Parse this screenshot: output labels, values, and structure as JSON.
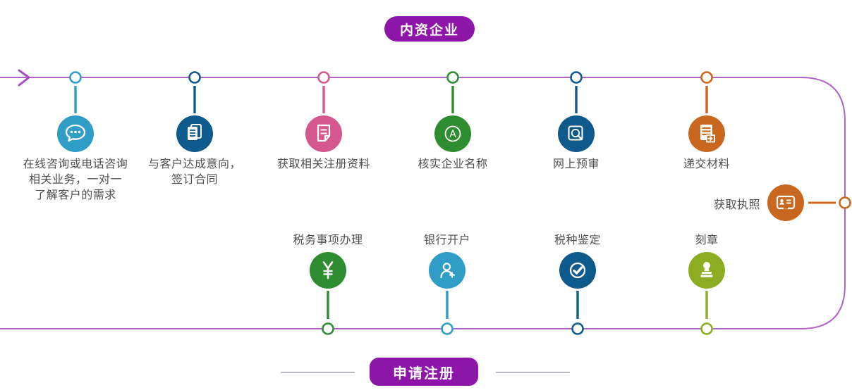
{
  "title_badge": {
    "label": "内资企业"
  },
  "bottom_badge": {
    "label": "申请注册"
  },
  "colors": {
    "flow_line": "#b164c8",
    "badge_purple": "#8d16a8",
    "teal": "#2f9dc6",
    "navy": "#0f5a8c",
    "pink": "#d4588e",
    "green": "#2f8d31",
    "orange": "#c8671d",
    "olive": "#8cad22",
    "label_text": "#4f4f4f"
  },
  "top_steps": [
    {
      "label": "在线咨询或电话咨询\n相关业务，一对一\n了解客户的需求",
      "icon": "chat-icon",
      "color": "#2f9dc6"
    },
    {
      "label": "与客户达成意向，\n签订合同",
      "icon": "contract-icon",
      "color": "#0f5a8c"
    },
    {
      "label": "获取相关注册资料",
      "icon": "form-icon",
      "color": "#d4588e"
    },
    {
      "label": "核实企业名称",
      "icon": "name-check-icon",
      "color": "#2f8d31",
      "letter": "A"
    },
    {
      "label": "网上预审",
      "icon": "online-review-icon",
      "color": "#0f5a8c"
    },
    {
      "label": "递交材料",
      "icon": "submit-icon",
      "color": "#c8671d"
    }
  ],
  "side_step": {
    "label": "获取执照",
    "icon": "license-icon",
    "color": "#c8671d"
  },
  "bottom_steps": [
    {
      "label": "税务事项办理",
      "icon": "yuan-icon",
      "color": "#2f8d31"
    },
    {
      "label": "银行开户",
      "icon": "add-person-icon",
      "color": "#2f9dc6"
    },
    {
      "label": "税种鉴定",
      "icon": "check-circle-icon",
      "color": "#0f5a8c"
    },
    {
      "label": "刻章",
      "icon": "stamp-icon",
      "color": "#8cad22"
    }
  ]
}
